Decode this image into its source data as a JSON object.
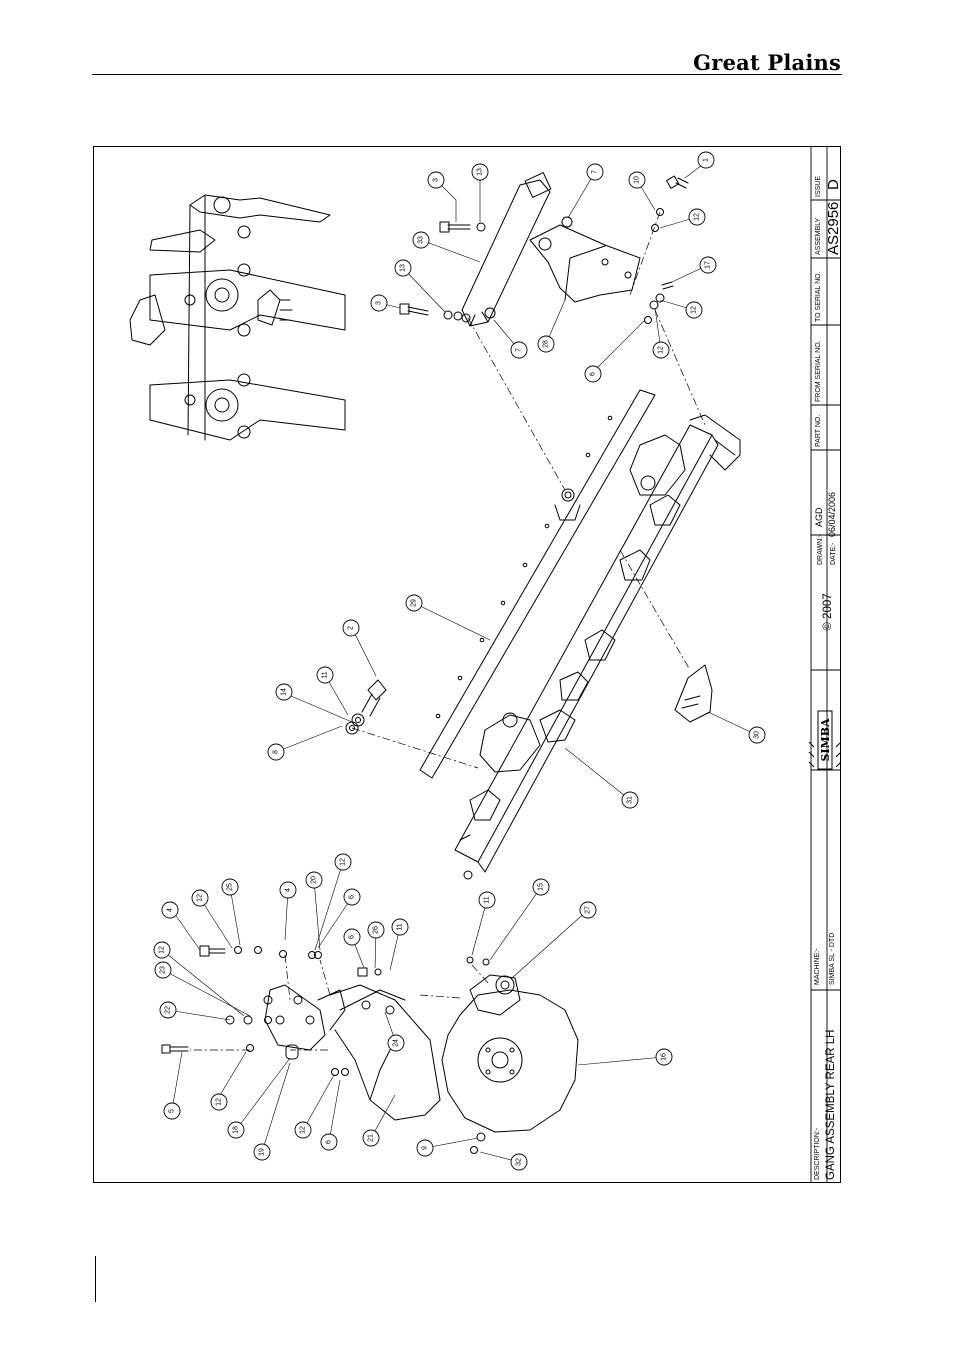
{
  "header": {
    "brand": "Great Plains"
  },
  "title_block": {
    "description_label": "DESCRIPTION:-",
    "description": "GANG ASSEMBLY REAR LH",
    "machine_label": "MACHINE:-",
    "machine": "SIMBA SL - DTD",
    "logo_text": "SIMBA",
    "copyright": "© 2007",
    "drawn_label": "DRAWN:-",
    "drawn_by": "AGD",
    "date_label": "DATE:-",
    "date": "06/04/2006",
    "part_no_label": "PART NO.",
    "from_serial_label": "FROM SERIAL NO.",
    "to_serial_label": "TO SERIAL NO.",
    "assembly_label": "ASSEMBLY",
    "assembly": "AS2956",
    "issue_label": "ISSUE",
    "issue": "D"
  },
  "balloons": [
    {
      "id": "b1",
      "label": "1"
    },
    {
      "id": "b2",
      "label": "2"
    },
    {
      "id": "b3a",
      "label": "3"
    },
    {
      "id": "b3b",
      "label": "3"
    },
    {
      "id": "b4a",
      "label": "4"
    },
    {
      "id": "b4b",
      "label": "4"
    },
    {
      "id": "b5",
      "label": "5"
    },
    {
      "id": "b6a",
      "label": "6"
    },
    {
      "id": "b6b",
      "label": "6"
    },
    {
      "id": "b6c",
      "label": "6"
    },
    {
      "id": "b6d",
      "label": "6"
    },
    {
      "id": "b7a",
      "label": "7"
    },
    {
      "id": "b7b",
      "label": "7"
    },
    {
      "id": "b8",
      "label": "8"
    },
    {
      "id": "b9",
      "label": "9"
    },
    {
      "id": "b10",
      "label": "10"
    },
    {
      "id": "b11a",
      "label": "11"
    },
    {
      "id": "b11b",
      "label": "11"
    },
    {
      "id": "b11c",
      "label": "11"
    },
    {
      "id": "b12a",
      "label": "12"
    },
    {
      "id": "b12b",
      "label": "12"
    },
    {
      "id": "b12c",
      "label": "12"
    },
    {
      "id": "b12d",
      "label": "12"
    },
    {
      "id": "b12e",
      "label": "12"
    },
    {
      "id": "b12f",
      "label": "12"
    },
    {
      "id": "b12g",
      "label": "12"
    },
    {
      "id": "b12h",
      "label": "12"
    },
    {
      "id": "b13a",
      "label": "13"
    },
    {
      "id": "b13b",
      "label": "13"
    },
    {
      "id": "b14",
      "label": "14"
    },
    {
      "id": "b15",
      "label": "15"
    },
    {
      "id": "b16",
      "label": "16"
    },
    {
      "id": "b17",
      "label": "17"
    },
    {
      "id": "b18",
      "label": "18"
    },
    {
      "id": "b19",
      "label": "19"
    },
    {
      "id": "b20",
      "label": "20"
    },
    {
      "id": "b21",
      "label": "21"
    },
    {
      "id": "b22",
      "label": "22"
    },
    {
      "id": "b23",
      "label": "23"
    },
    {
      "id": "b24",
      "label": "24"
    },
    {
      "id": "b25",
      "label": "25"
    },
    {
      "id": "b26",
      "label": "26"
    },
    {
      "id": "b27",
      "label": "27"
    },
    {
      "id": "b28",
      "label": "28"
    },
    {
      "id": "b29",
      "label": "29"
    },
    {
      "id": "b30",
      "label": "30"
    },
    {
      "id": "b31",
      "label": "31"
    },
    {
      "id": "b32",
      "label": "32"
    },
    {
      "id": "b33",
      "label": "33"
    }
  ]
}
